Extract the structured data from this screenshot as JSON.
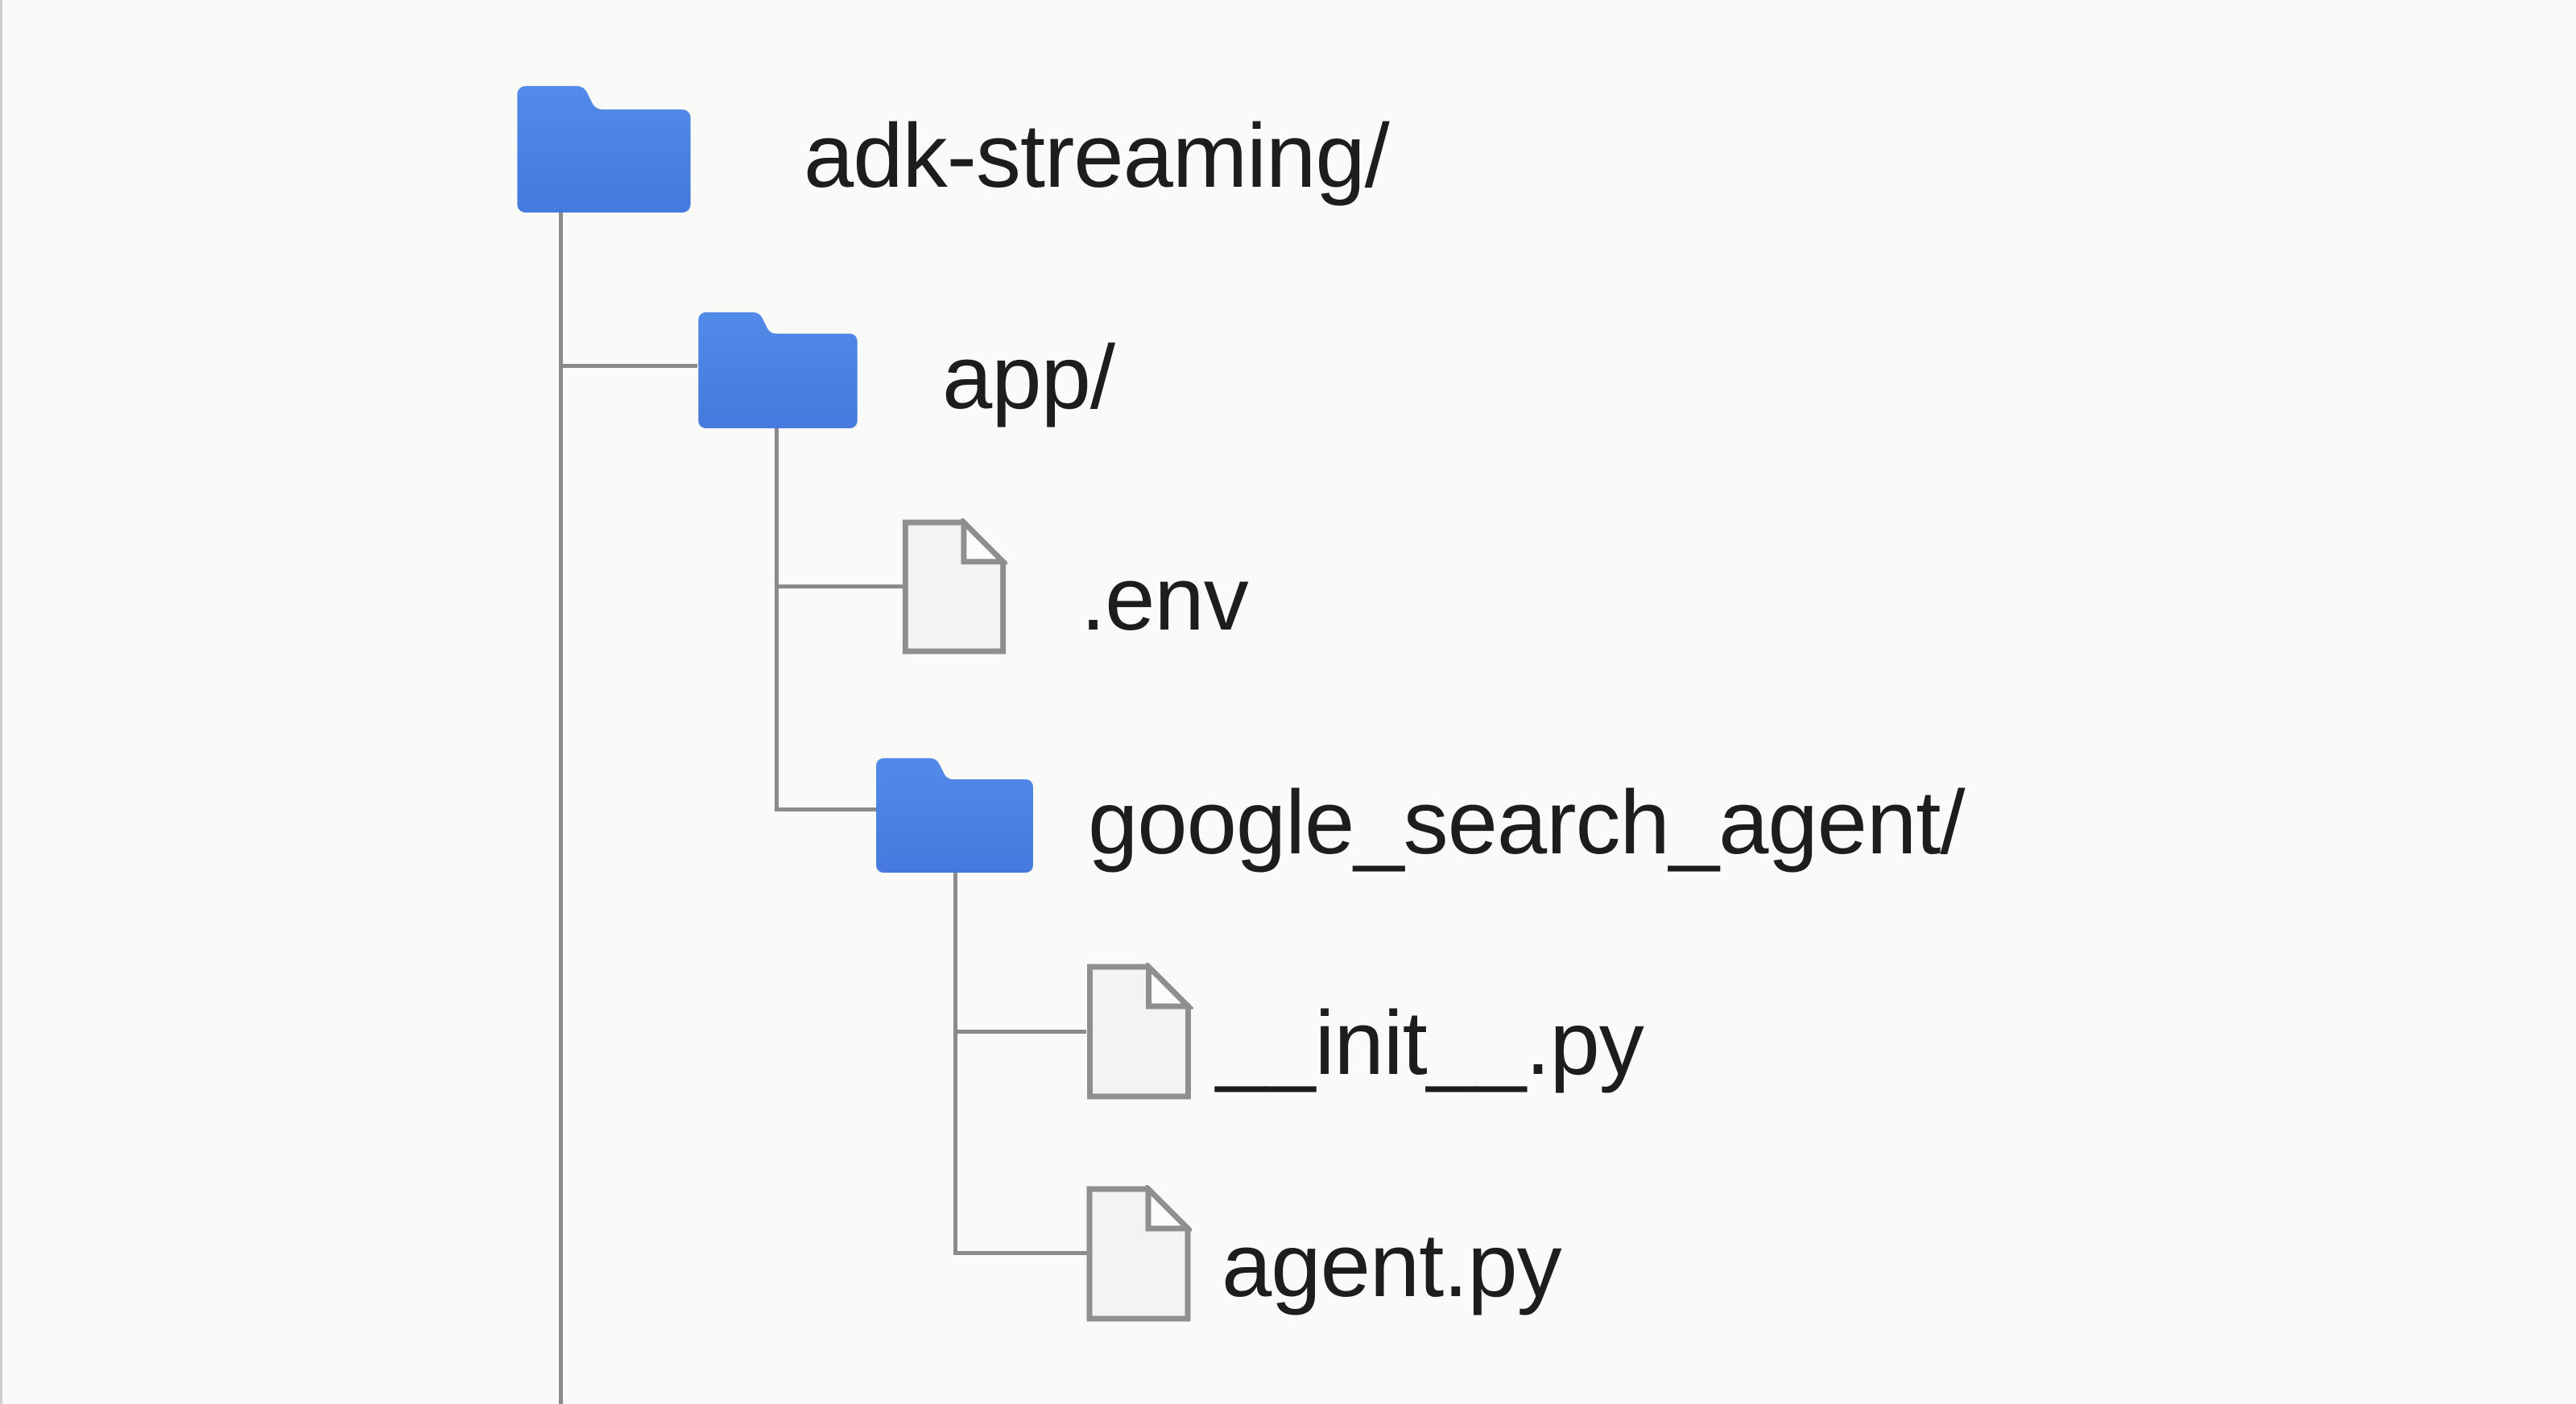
{
  "diagram": {
    "title": "ADK streaming project file tree",
    "background": "#fafaf8",
    "colors": {
      "folder_fill_top": "#538ae8",
      "folder_fill_bottom": "#4579dd",
      "folder_fill": "#4a82e2",
      "file_fill": "#f3f3f4",
      "file_fold_fill": "#fcfcfd",
      "file_stroke": "#8f8f8f",
      "connector": "#8b8b8b",
      "text": "#1d1d1d"
    },
    "nodes": {
      "root": {
        "label": "adk-streaming/",
        "type": "folder",
        "depth": 0
      },
      "app": {
        "label": "app/",
        "type": "folder",
        "depth": 1
      },
      "env": {
        "label": ".env",
        "type": "file",
        "depth": 2
      },
      "gsa": {
        "label": "google_search_agent/",
        "type": "folder",
        "depth": 2
      },
      "init": {
        "label": "__init__.py",
        "type": "file",
        "depth": 3
      },
      "agent": {
        "label": "agent.py",
        "type": "file",
        "depth": 3
      }
    },
    "hierarchy": {
      "adk-streaming/": {
        "app/": {
          ".env": null,
          "google_search_agent/": {
            "__init__.py": null,
            "agent.py": null
          }
        }
      }
    }
  }
}
